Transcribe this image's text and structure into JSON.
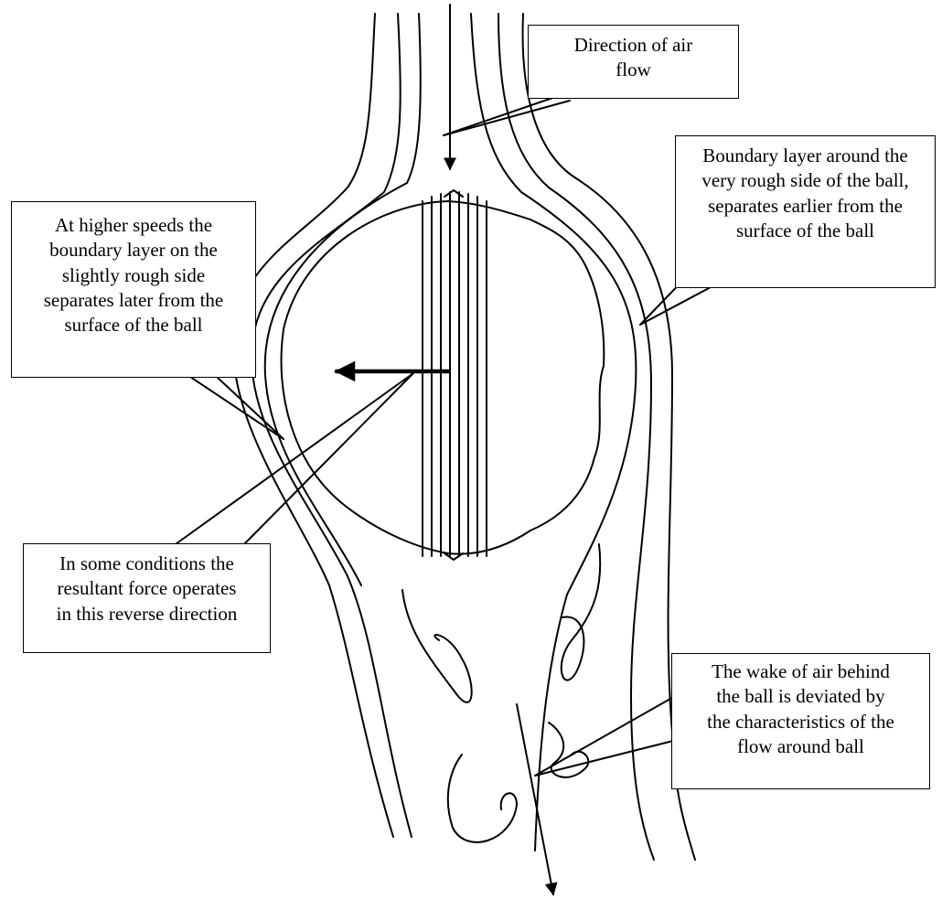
{
  "callouts": {
    "air_flow": {
      "lines": [
        "Direction of air",
        "flow"
      ]
    },
    "rough_side": {
      "lines": [
        "Boundary layer around the",
        "very rough side of the ball,",
        "separates earlier from the",
        "surface of the ball"
      ]
    },
    "slight_side": {
      "lines": [
        "At higher speeds the",
        "boundary layer on the",
        "slightly rough side",
        "separates later from the",
        "surface of the ball"
      ]
    },
    "reverse_force": {
      "lines": [
        "In some conditions the",
        "resultant force operates",
        "in this reverse direction"
      ]
    },
    "wake": {
      "lines": [
        "The wake of air behind",
        "the ball is deviated by",
        "the characteristics of the",
        "flow around ball"
      ]
    }
  },
  "colors": {
    "stroke": "#000000",
    "background": "#ffffff"
  }
}
